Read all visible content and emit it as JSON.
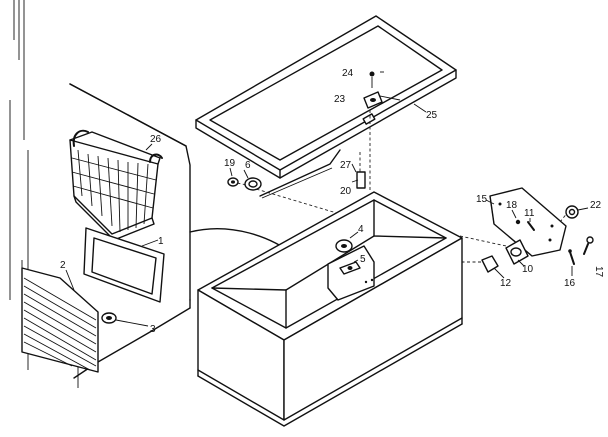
{
  "parts": {
    "p1": "1",
    "p2": "2",
    "p3": "3",
    "p4": "4",
    "p5": "5",
    "p6": "6",
    "p10": "10",
    "p11": "11",
    "p12": "12",
    "p15": "15",
    "p16": "16",
    "p17": "17",
    "p18": "18",
    "p19": "19",
    "p20": "20",
    "p22": "22",
    "p23": "23",
    "p24": "24",
    "p25": "25",
    "p26": "26",
    "p27": "27"
  }
}
